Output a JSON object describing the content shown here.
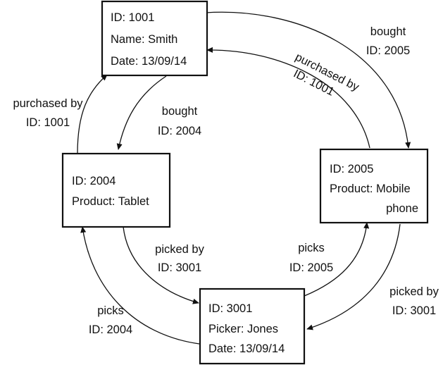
{
  "nodes": {
    "customer": {
      "lines": [
        "ID: 1001",
        "Name: Smith",
        "Date: 13/09/14"
      ]
    },
    "tablet": {
      "lines": [
        "ID: 2004",
        "Product: Tablet"
      ]
    },
    "phone": {
      "lines": [
        "ID: 2005",
        "Product: Mobile",
        "phone"
      ]
    },
    "picker": {
      "lines": [
        "ID: 3001",
        "Picker: Jones",
        "Date: 13/09/14"
      ]
    }
  },
  "edges": {
    "customer_bought_phone": [
      "bought",
      "ID: 2005"
    ],
    "phone_purchased_by_customer": [
      "purchased by",
      "ID: 1001"
    ],
    "tablet_purchased_by_customer": [
      "purchased by",
      "ID: 1001"
    ],
    "customer_bought_tablet": [
      "bought",
      "ID: 2004"
    ],
    "tablet_picked_by_picker": [
      "picked by",
      "ID: 3001"
    ],
    "picker_picks_tablet": [
      "picks",
      "ID: 2004"
    ],
    "picker_picks_phone": [
      "picks",
      "ID: 2005"
    ],
    "phone_picked_by_picker": [
      "picked by",
      "ID: 3001"
    ]
  }
}
